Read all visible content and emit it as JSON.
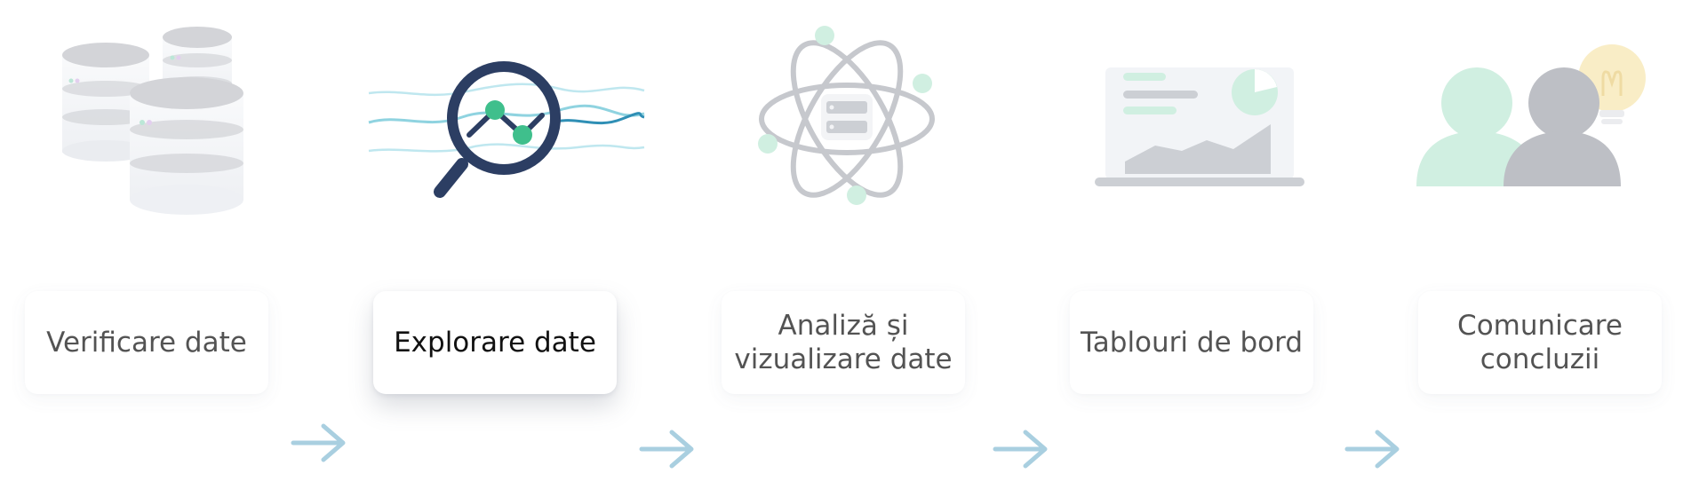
{
  "steps": [
    {
      "label": "Verificare date",
      "icon": "database-icon"
    },
    {
      "label": "Explorare date",
      "icon": "magnifier-chart-icon"
    },
    {
      "label_line1": "Analiză și",
      "label_line2": "vizualizare date",
      "icon": "atom-data-icon"
    },
    {
      "label": "Tablouri de bord",
      "icon": "dashboard-laptop-icon"
    },
    {
      "label_line1": "Comunicare",
      "label_line2": "concluzii",
      "icon": "people-idea-icon"
    }
  ],
  "connector_icon": "arrow-right-icon",
  "colors": {
    "accent_green": "#3fbf8c",
    "navy": "#2c3e63",
    "teal_line": "#8fd3e0",
    "arrow": "#a9cfe0",
    "gray_icon": "#b9bcc4"
  }
}
